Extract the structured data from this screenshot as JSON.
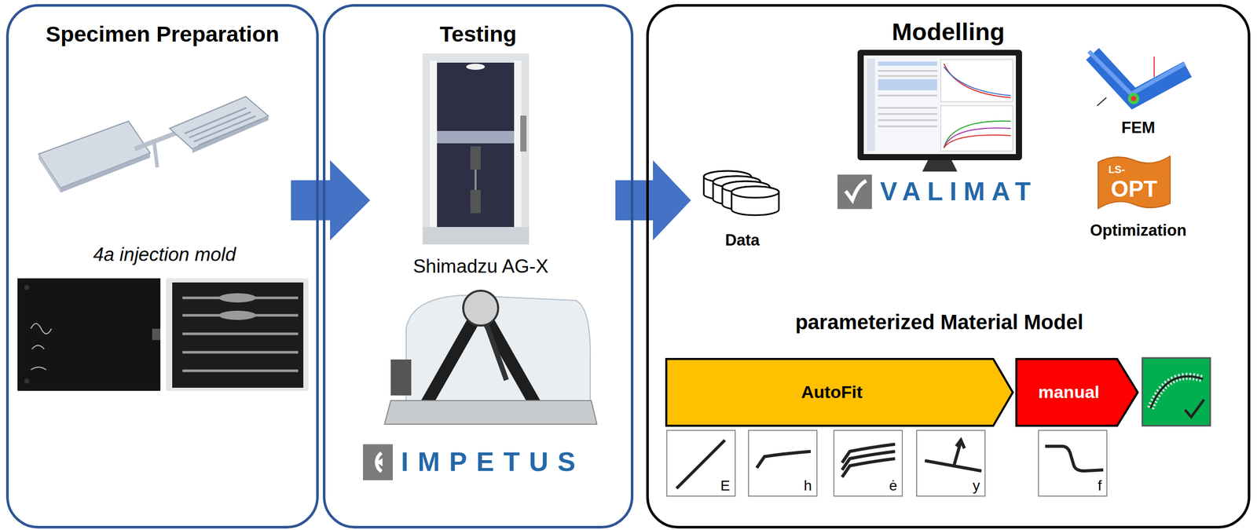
{
  "diagram": {
    "nodes": [
      {
        "text": [
          "Specimen Preparation"
        ]
      },
      {
        "text": [
          "Testing"
        ]
      },
      {
        "text": [
          "Modelling"
        ]
      },
      {
        "text": [
          "Data"
        ],
        "in": 2
      },
      {
        "text": [
          "AutoFit"
        ],
        "in": 2
      },
      {
        "text": [
          "manual"
        ],
        "in": 2
      },
      {
        "text": [
          "E"
        ],
        "in": 2
      },
      {
        "text": [
          "h"
        ],
        "in": 2
      },
      {
        "text": [
          "ė"
        ],
        "in": 2
      },
      {
        "text": [
          "y"
        ],
        "in": 2
      },
      {
        "text": [
          "f"
        ],
        "in": 2
      }
    ],
    "edges": [
      {
        "from": 0,
        "to": 1,
        "arrow": "to"
      },
      {
        "from": 1,
        "to": 3,
        "arrow": "to"
      }
    ],
    "labels": [
      "4a injection mold",
      "Shimadzu AG-X",
      "IMPETUS",
      "VALIMAT",
      "FEM",
      "LS-",
      "OPT",
      "Optimization",
      "parameterized Material Model"
    ]
  }
}
